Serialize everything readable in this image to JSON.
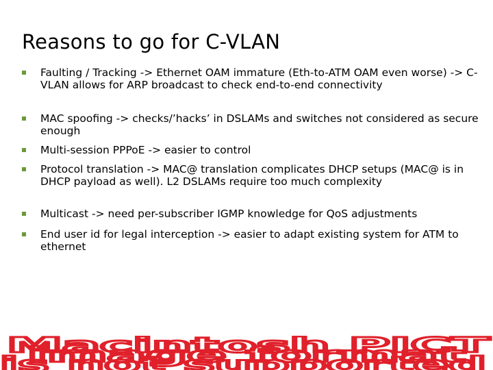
{
  "title": "Reasons to go for C-VLAN",
  "bullets": [
    {
      "text": "Faulting / Tracking -> Ethernet OAM immature (Eth-to-ATM OAM even worse) -> C-VLAN allows for ARP broadcast to check end-to-end connectivity"
    },
    {
      "text": "MAC spoofing -> checks/’hacks’ in DSLAMs and switches not considered as secure enough"
    },
    {
      "text": "Multi-session PPPoE -> easier to control"
    },
    {
      "text": "Protocol translation -> MAC@ translation complicates DHCP setups (MAC@ is in DHCP payload as well). L2 DSLAMs require too much complexity"
    },
    {
      "text": "Multicast -> need per-subscriber IGMP knowledge for QoS adjustments"
    },
    {
      "text": "End user id for legal interception -> easier to adapt existing system for ATM to ethernet"
    }
  ],
  "placeholder_image": {
    "line1": "Macintosh PICT",
    "line2": "image format",
    "line3": "is not supported",
    "color": "#e0202a"
  }
}
